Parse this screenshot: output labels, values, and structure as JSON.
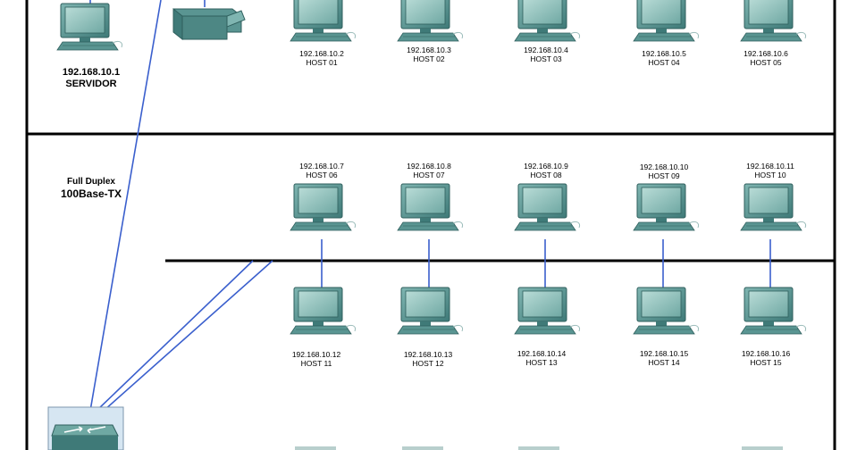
{
  "server": {
    "ip": "192.168.10.1",
    "name": "SERVIDOR"
  },
  "link_label": {
    "line1": "Full Duplex",
    "line2": "100Base-TX"
  },
  "hosts": [
    {
      "ip": "192.168.10.2",
      "name": "HOST 01"
    },
    {
      "ip": "192.168.10.3",
      "name": "HOST 02"
    },
    {
      "ip": "192.168.10.4",
      "name": "HOST 03"
    },
    {
      "ip": "192.168.10.5",
      "name": "HOST 04"
    },
    {
      "ip": "192.168.10.6",
      "name": "HOST 05"
    },
    {
      "ip": "192.168.10.7",
      "name": "HOST 06"
    },
    {
      "ip": "192.168.10.8",
      "name": "HOST 07"
    },
    {
      "ip": "192.168.10.9",
      "name": "HOST 08"
    },
    {
      "ip": "192.168.10.10",
      "name": "HOST 09"
    },
    {
      "ip": "192.168.10.11",
      "name": "HOST 10"
    },
    {
      "ip": "192.168.10.12",
      "name": "HOST 11"
    },
    {
      "ip": "192.168.10.13",
      "name": "HOST 12"
    },
    {
      "ip": "192.168.10.14",
      "name": "HOST 13"
    },
    {
      "ip": "192.168.10.15",
      "name": "HOST 14"
    },
    {
      "ip": "192.168.10.16",
      "name": "HOST 15"
    }
  ],
  "colors": {
    "device": "#4a8c8a",
    "screen": "#8fc2bd",
    "link": "#3a5fcd",
    "frame": "#000000"
  }
}
